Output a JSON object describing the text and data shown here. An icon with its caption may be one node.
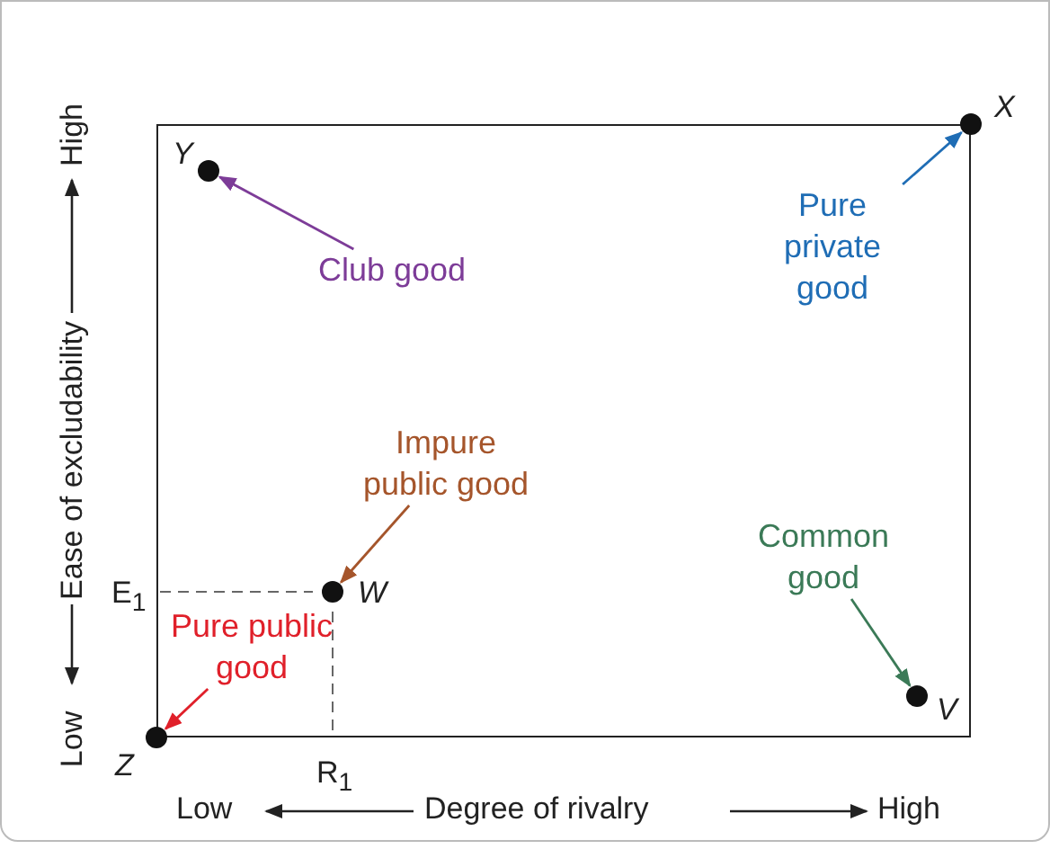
{
  "diagram": {
    "nodes": [
      {
        "text": [],
        "shape": "circle",
        "beside": [
          "X"
        ]
      },
      {
        "text": [
          "Pure private good"
        ]
      },
      {
        "text": [],
        "shape": "circle",
        "beside": [
          "Y"
        ]
      },
      {
        "text": [
          "Club good"
        ]
      },
      {
        "text": [
          "Impure public good"
        ]
      },
      {
        "text": [],
        "shape": "circle",
        "beside": [
          "W"
        ]
      },
      {
        "text": [
          "Common good"
        ]
      },
      {
        "text": [],
        "shape": "circle",
        "beside": [
          "V"
        ]
      },
      {
        "text": [
          "Pure public good"
        ]
      },
      {
        "text": [],
        "shape": "circle",
        "beside": [
          "Z"
        ]
      }
    ],
    "edges": [
      {
        "from": 1,
        "to": 0,
        "arrow": "to",
        "color": "#1f6db5"
      },
      {
        "from": 3,
        "to": 2,
        "arrow": "to",
        "color": "#7d3c98"
      },
      {
        "from": 4,
        "to": 5,
        "arrow": "to",
        "color": "#a5552b"
      },
      {
        "from": 6,
        "to": 7,
        "arrow": "to",
        "color": "#3b7a57"
      },
      {
        "from": 8,
        "to": 9,
        "arrow": "to",
        "color": "#e0202a"
      }
    ],
    "labels": [
      "E$_{1}$",
      "R$_{1}$",
      "Low",
      "Degree of rivalry",
      "High",
      "Low",
      "Ease of excludability",
      "High"
    ]
  }
}
